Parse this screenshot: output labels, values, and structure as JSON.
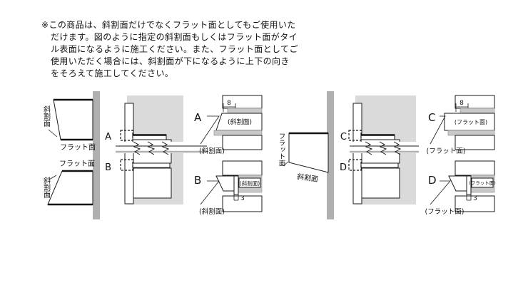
{
  "note": {
    "text": "※この商品は、斜割面だけでなくフラット面としてもご使用いた\nだけます。図のように指定の斜割面もしくはフラット面がタイ\nル表面になるように施工ください。また、フラット面としてご\n使用いただく場合には、斜割面が下になるように上下の向き\nをそろえて施工してください。"
  },
  "labels": {
    "slope_face": "斜割面",
    "flat_face": "フラット面",
    "slope_face_paren": "(斜割面)",
    "flat_face_paren": "(フラット面)",
    "callout_a": "A",
    "callout_b": "B",
    "callout_c": "C",
    "callout_d": "D",
    "dim_8": "8",
    "dim_3": "3"
  },
  "colors": {
    "wall_gray": "#b0b0b0",
    "section_gray": "#dadada",
    "mortar_gray": "#c9c9c9",
    "line_black": "#1a1a1a"
  }
}
